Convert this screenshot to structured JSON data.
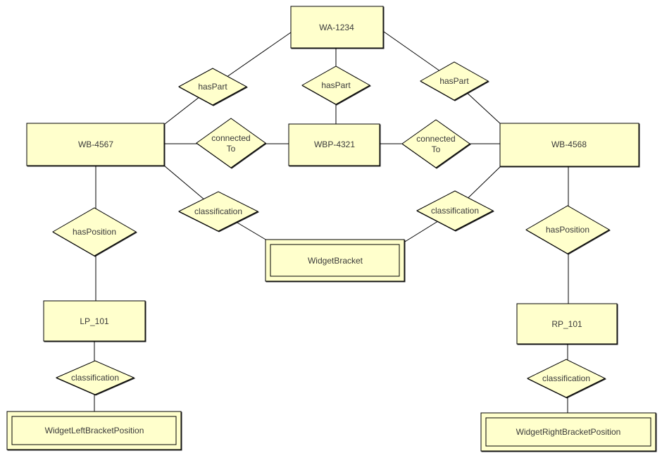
{
  "diagram": {
    "type": "entity-relationship-graph",
    "background": "#FFFFFF",
    "colors": {
      "node_fill": "#FFFFCC",
      "node_border": "#000000",
      "connector": "#000000",
      "text": "#3A3A3A"
    },
    "entities": [
      {
        "label": "WA-1234"
      },
      {
        "label": "WB-4567"
      },
      {
        "label": "WBP-4321"
      },
      {
        "label": "WB-4568"
      },
      {
        "label": "LP_101"
      },
      {
        "label": "RP_101"
      }
    ],
    "classes": [
      {
        "label": "WidgetBracket"
      },
      {
        "label": "WidgetLeftBracketPosition"
      },
      {
        "label": "WidgetRightBracketPosition"
      }
    ],
    "relations": [
      {
        "label": "hasPart"
      },
      {
        "label": "hasPart"
      },
      {
        "label": "hasPart"
      },
      {
        "lines": [
          "connected",
          "To"
        ]
      },
      {
        "lines": [
          "connected",
          "To"
        ]
      },
      {
        "label": "classification"
      },
      {
        "label": "classification"
      },
      {
        "label": "hasPosition"
      },
      {
        "label": "hasPosition"
      },
      {
        "label": "classification"
      },
      {
        "label": "classification"
      }
    ],
    "edges": [
      {
        "from": "WA-1234",
        "via": "hasPart",
        "to": "WB-4567"
      },
      {
        "from": "WA-1234",
        "via": "hasPart",
        "to": "WBP-4321"
      },
      {
        "from": "WA-1234",
        "via": "hasPart",
        "to": "WB-4568"
      },
      {
        "from": "WB-4567",
        "via": "connectedTo",
        "to": "WBP-4321"
      },
      {
        "from": "WBP-4321",
        "via": "connectedTo",
        "to": "WB-4568"
      },
      {
        "from": "WB-4567",
        "via": "classification",
        "to": "WidgetBracket"
      },
      {
        "from": "WB-4568",
        "via": "classification",
        "to": "WidgetBracket"
      },
      {
        "from": "WB-4567",
        "via": "hasPosition",
        "to": "LP_101"
      },
      {
        "from": "WB-4568",
        "via": "hasPosition",
        "to": "RP_101"
      },
      {
        "from": "LP_101",
        "via": "classification",
        "to": "WidgetLeftBracketPosition"
      },
      {
        "from": "RP_101",
        "via": "classification",
        "to": "WidgetRightBracketPosition"
      }
    ]
  }
}
